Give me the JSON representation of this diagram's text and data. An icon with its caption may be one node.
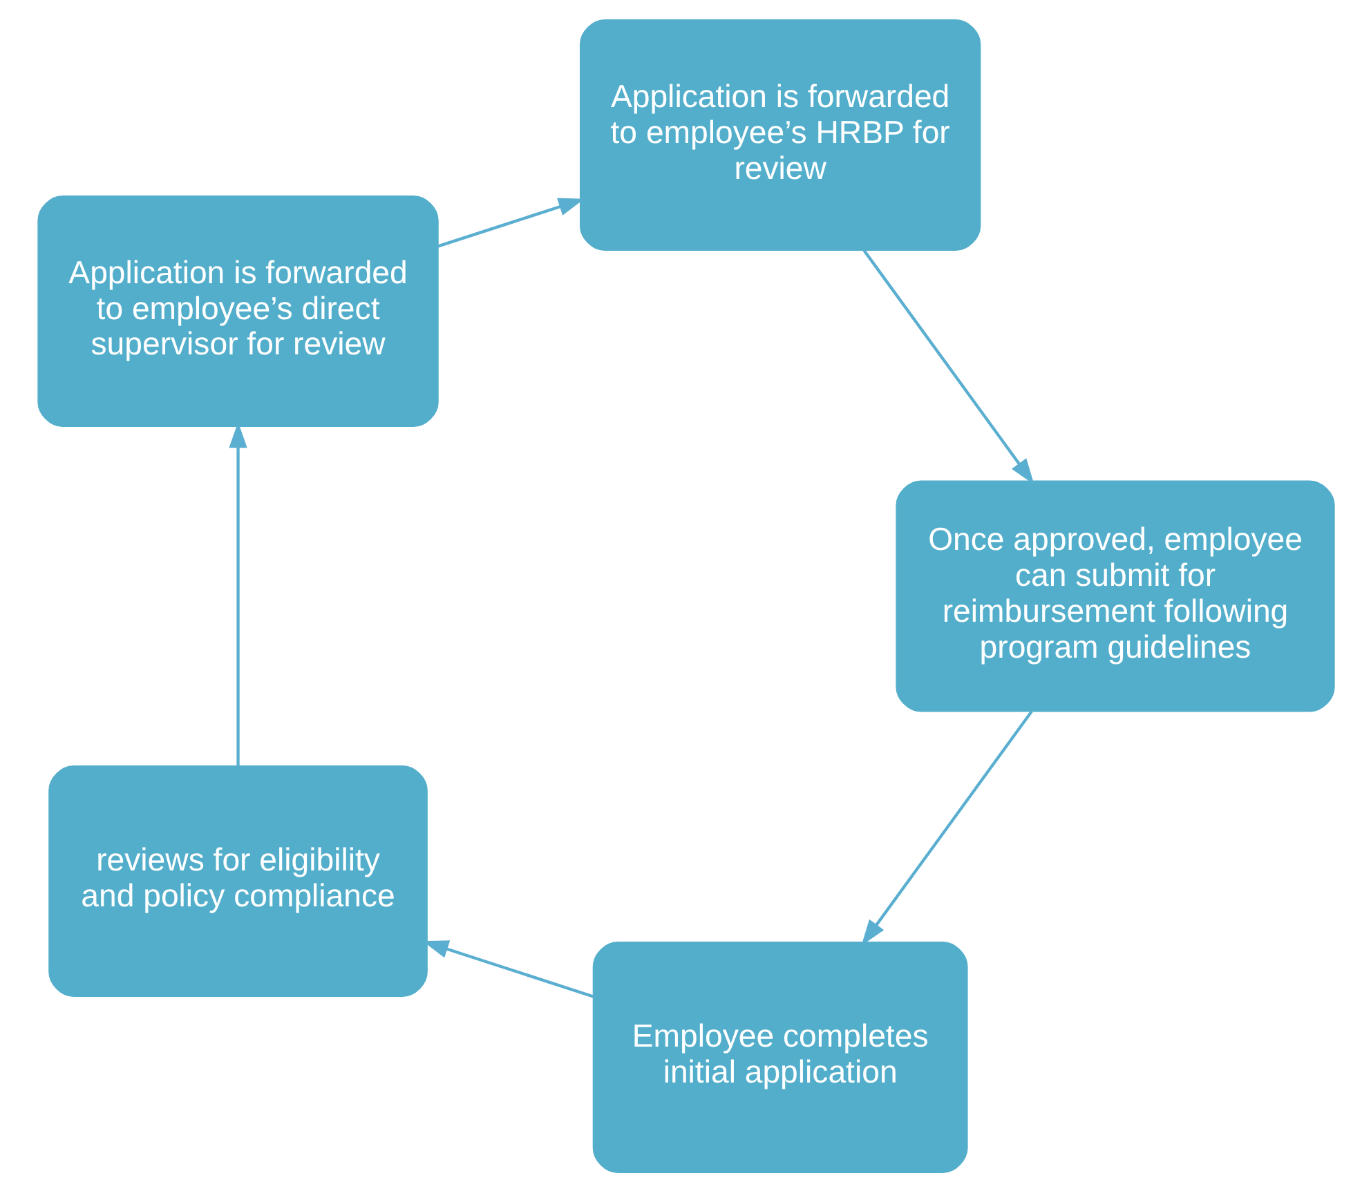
{
  "diagram": {
    "nodes": [
      {
        "text": [
          "Employee completes initial application"
        ]
      },
      {
        "text": [
          "reviews for eligibility and policy compliance"
        ]
      },
      {
        "text": [
          "Application is forwarded to employee’s direct supervisor for review"
        ]
      },
      {
        "text": [
          "Application is forwarded to employee’s HRBP for review"
        ]
      },
      {
        "text": [
          "Once approved, employee can submit for reimbursement following program guidelines"
        ]
      }
    ],
    "edges": [
      {
        "from": 0,
        "to": 1,
        "arrow": "to"
      },
      {
        "from": 1,
        "to": 2,
        "arrow": "to"
      },
      {
        "from": 2,
        "to": 3,
        "arrow": "to"
      },
      {
        "from": 3,
        "to": 4,
        "arrow": "to"
      },
      {
        "from": 4,
        "to": 0,
        "arrow": "to"
      }
    ]
  }
}
